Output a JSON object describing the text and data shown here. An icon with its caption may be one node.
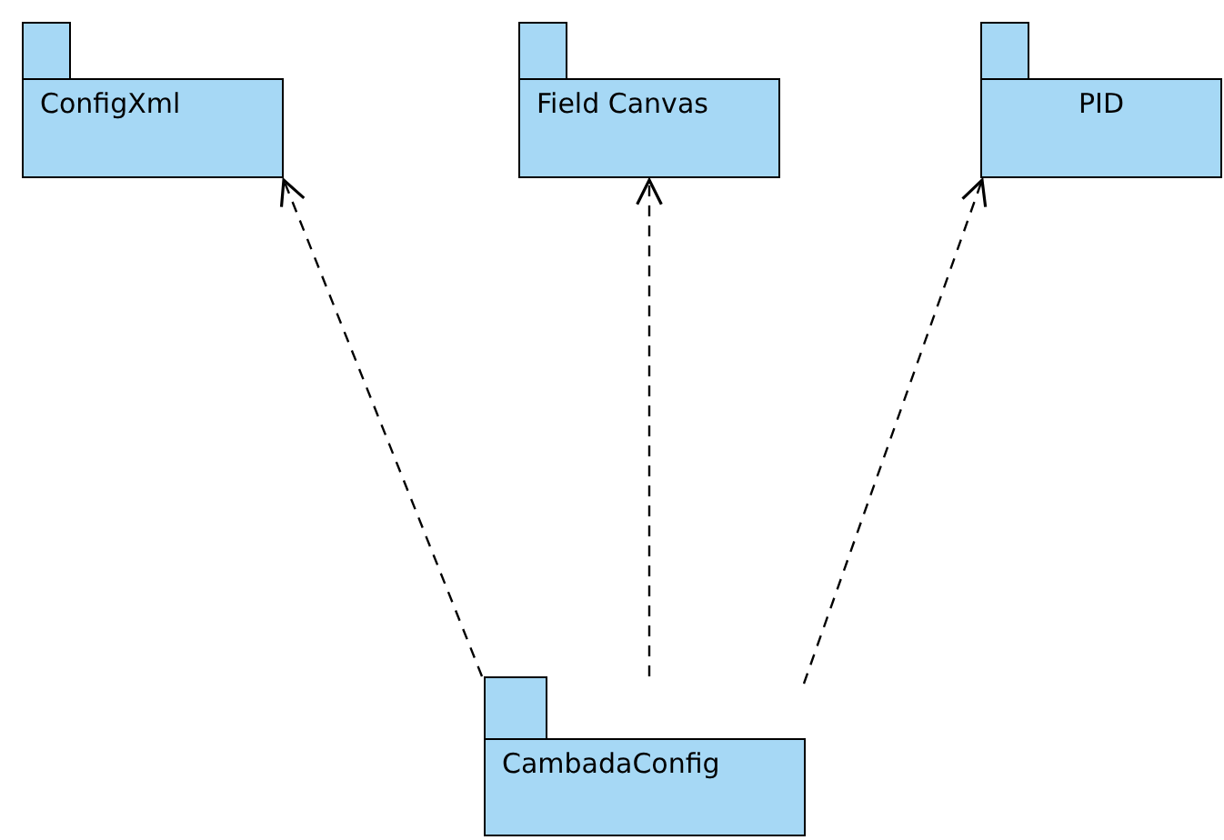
{
  "diagram": {
    "nodes": [
      {
        "text": [
          "ConfigXml"
        ]
      },
      {
        "text": [
          "Field Canvas"
        ]
      },
      {
        "text": [
          "PID"
        ]
      },
      {
        "text": [
          "CambadaConfig"
        ]
      }
    ],
    "edges": [
      {
        "from": 3,
        "to": 0,
        "arrow": "to",
        "style": "dashed"
      },
      {
        "from": 3,
        "to": 1,
        "arrow": "to",
        "style": "dashed"
      },
      {
        "from": 3,
        "to": 2,
        "arrow": "to",
        "style": "dashed"
      }
    ]
  }
}
